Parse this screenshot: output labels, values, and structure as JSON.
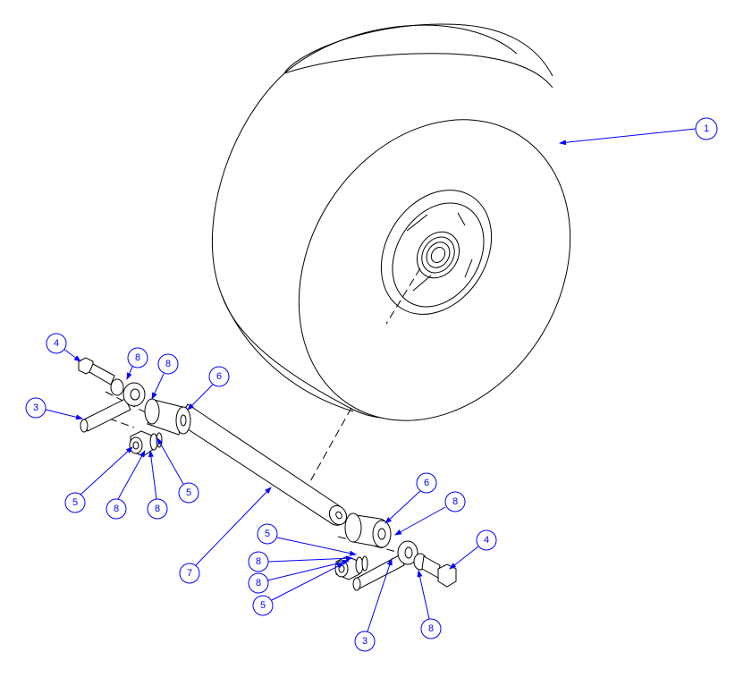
{
  "balloons": [
    {
      "id": "balloon-1",
      "label": "1"
    },
    {
      "id": "balloon-4-left",
      "label": "4"
    },
    {
      "id": "balloon-8-top-left",
      "label": "8"
    },
    {
      "id": "balloon-8-top-center",
      "label": "8"
    },
    {
      "id": "balloon-6-left",
      "label": "6"
    },
    {
      "id": "balloon-3-left",
      "label": "3"
    },
    {
      "id": "balloon-5-left-low",
      "label": "5"
    },
    {
      "id": "balloon-8-low-a",
      "label": "8"
    },
    {
      "id": "balloon-8-low-b",
      "label": "8"
    },
    {
      "id": "balloon-5-left-mid",
      "label": "5"
    },
    {
      "id": "balloon-7",
      "label": "7"
    },
    {
      "id": "balloon-6-right",
      "label": "6"
    },
    {
      "id": "balloon-8-right-top",
      "label": "8"
    },
    {
      "id": "balloon-4-right",
      "label": "4"
    },
    {
      "id": "balloon-5-right-top",
      "label": "5"
    },
    {
      "id": "balloon-8-right-a",
      "label": "8"
    },
    {
      "id": "balloon-8-right-b",
      "label": "8"
    },
    {
      "id": "balloon-5-right-low",
      "label": "5"
    },
    {
      "id": "balloon-3-right",
      "label": "3"
    },
    {
      "id": "balloon-8-right-bottom",
      "label": "8"
    }
  ],
  "colors": {
    "balloon": "#0000ff",
    "linework": "#000000",
    "background": "#ffffff"
  }
}
